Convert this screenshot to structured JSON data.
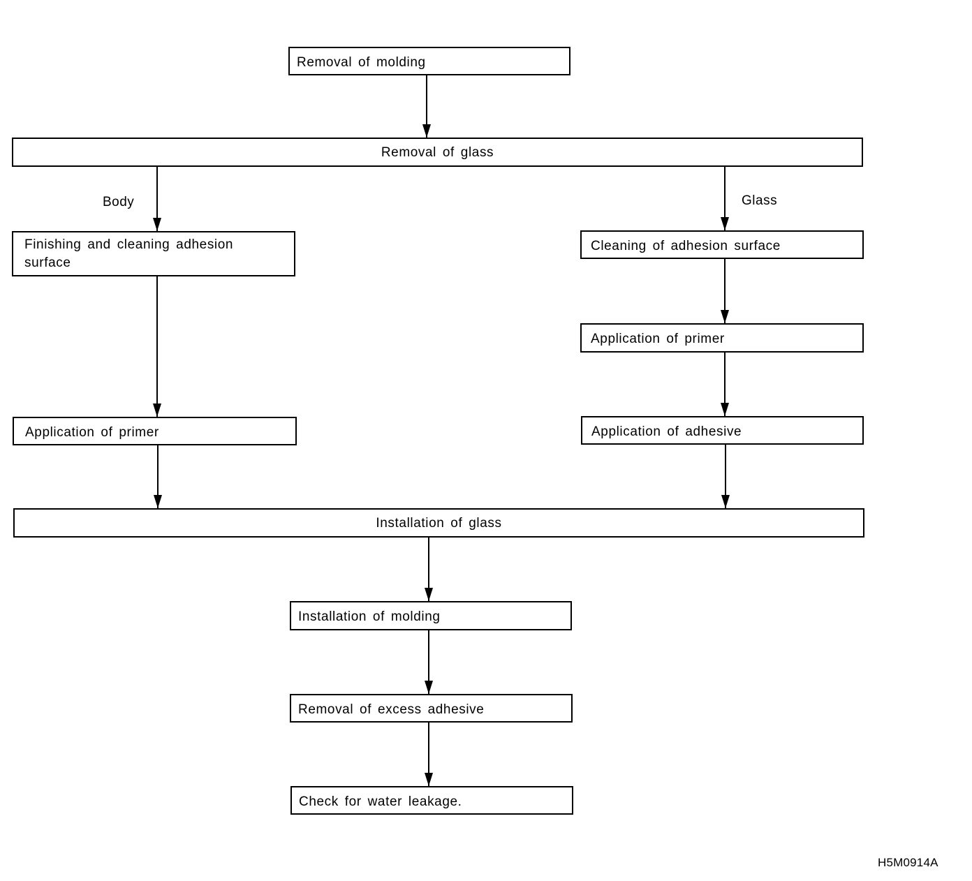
{
  "flowchart": {
    "steps": {
      "removal_of_molding": "Removal of molding",
      "removal_of_glass": "Removal of glass",
      "body_finishing_cleaning": "Finishing and cleaning adhesion surface",
      "body_application_primer": "Application of primer",
      "glass_cleaning": "Cleaning of adhesion surface",
      "glass_application_primer": "Application of primer",
      "glass_application_adhesive": "Application of adhesive",
      "installation_of_glass": "Installation of glass",
      "installation_of_molding": "Installation of molding",
      "removal_of_excess_adhesive": "Removal of excess adhesive",
      "check_water_leakage": "Check for water leakage."
    },
    "branch_labels": {
      "body": "Body",
      "glass": "Glass"
    },
    "figure_code": "H5M0914A"
  }
}
